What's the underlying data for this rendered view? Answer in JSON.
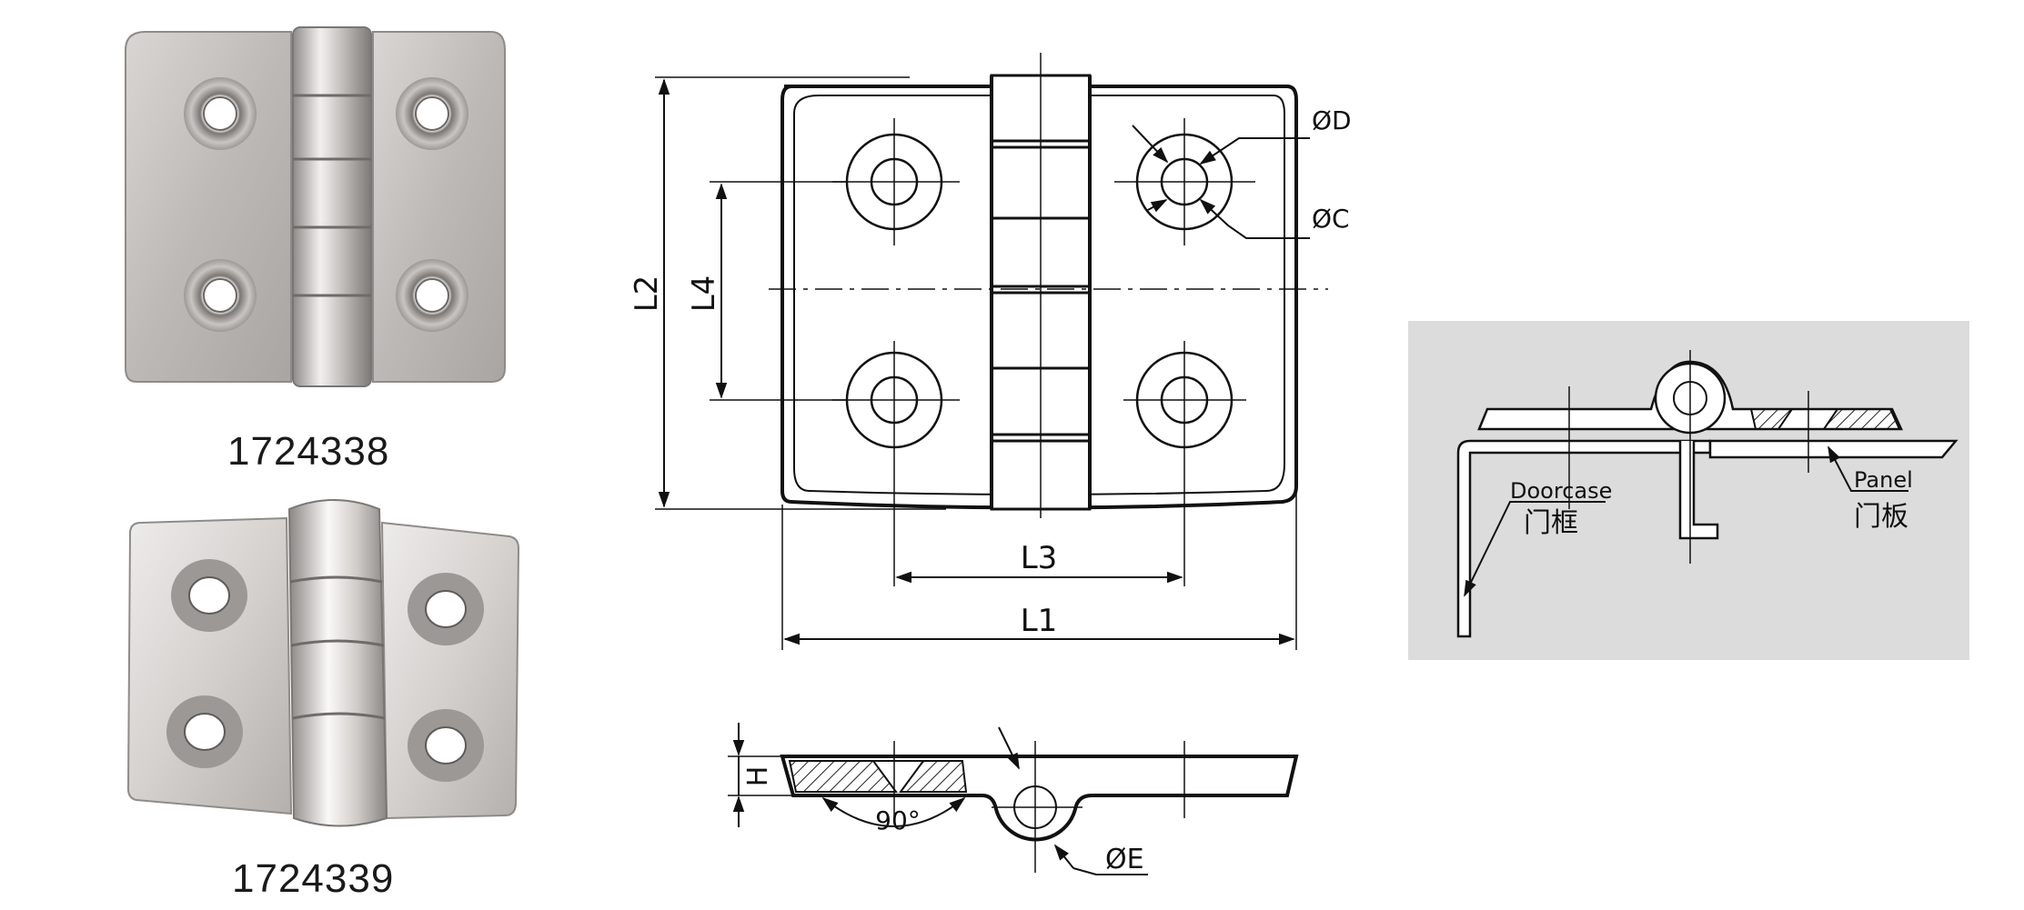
{
  "products": [
    {
      "code": "1724338"
    },
    {
      "code": "1724339"
    }
  ],
  "front_view": {
    "dimensions": {
      "l1": "L1",
      "l2": "L2",
      "l3": "L3",
      "l4": "L4",
      "dc": "ØC",
      "dd": "ØD"
    }
  },
  "side_view": {
    "height": "H",
    "angle": "90°",
    "knuckle": "ØE"
  },
  "install_view": {
    "doorcase_en": "Doorcase",
    "doorcase_zh": "门框",
    "panel_en": "Panel",
    "panel_zh": "门板"
  }
}
